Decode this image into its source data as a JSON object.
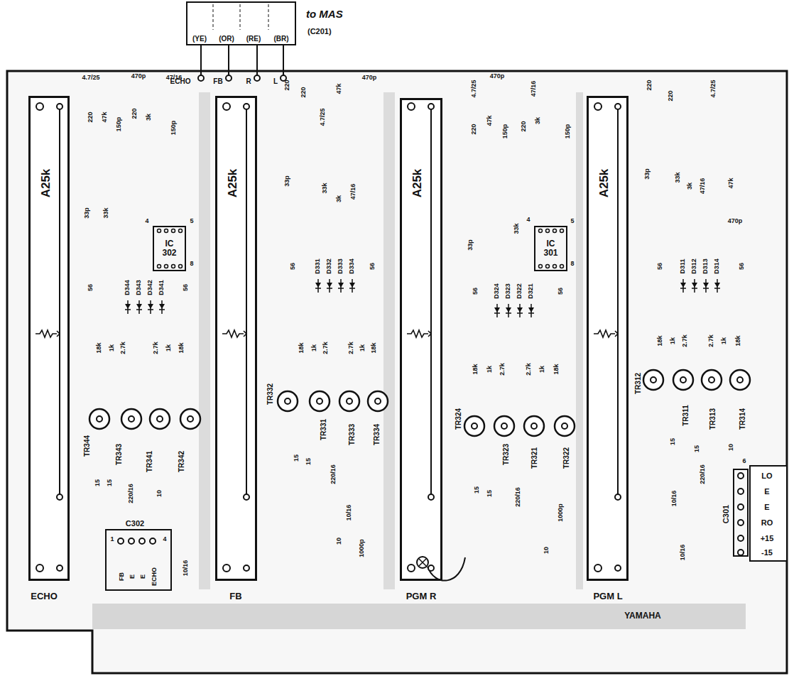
{
  "diagram": {
    "nodes": [
      {
        "text": [
          "to MAS",
          "(C201)"
        ]
      },
      {
        "text": [
          "A25k"
        ]
      },
      {
        "text": [
          "IC 302"
        ]
      },
      {
        "text": [
          "A25k"
        ]
      },
      {
        "text": [
          "A25k"
        ]
      },
      {
        "text": [
          "IC 301"
        ]
      },
      {
        "text": [
          "A25k"
        ]
      },
      {
        "text": [
          "C302"
        ]
      },
      {
        "text": [
          "C301"
        ]
      }
    ],
    "labels": [
      "(YE)",
      "(OR)",
      "(RE)",
      "(BR)",
      "ECHO",
      "FB",
      "R",
      "L",
      "4.7/25",
      "470p",
      "47/16",
      "220",
      "47k",
      "150p",
      "220",
      "3k",
      "150p",
      "33p",
      "33k",
      "4",
      "5",
      "8",
      "56",
      "D344",
      "D343",
      "D342",
      "D341",
      "56",
      "18k",
      "1k",
      "2.7k",
      "2.7k",
      "1k",
      "18k",
      "TR344",
      "TR343",
      "TR341",
      "TR342",
      "15",
      "15",
      "220/16",
      "10",
      "10/16",
      "1",
      "4",
      "FB",
      "E",
      "E",
      "ECHO",
      "220",
      "220",
      "4.7/25",
      "47k",
      "470p",
      "33p",
      "33k",
      "3k",
      "47/16",
      "56",
      "D331",
      "D332",
      "D333",
      "D334",
      "56",
      "18k",
      "1k",
      "2.7k",
      "2.7k",
      "1k",
      "18k",
      "TR332",
      "TR331",
      "TR333",
      "TR334",
      "15",
      "15",
      "220/16",
      "10/16",
      "10",
      "1000p",
      "4.7/25",
      "470p",
      "47/16",
      "220",
      "47k",
      "150p",
      "220",
      "3k",
      "150p",
      "33p",
      "33k",
      "4",
      "5",
      "8",
      "56",
      "D324",
      "D323",
      "D322",
      "D321",
      "56",
      "18k",
      "1k",
      "2.7k",
      "2.7k",
      "1k",
      "18k",
      "TR324",
      "TR323",
      "TR321",
      "TR322",
      "15",
      "15",
      "220/16",
      "1000p",
      "10",
      "220",
      "220",
      "4.7/25",
      "33p",
      "33k",
      "3k",
      "47/16",
      "47k",
      "470p",
      "56",
      "D311",
      "D312",
      "D313",
      "D314",
      "56",
      "18k",
      "1k",
      "2.7k",
      "2.7k",
      "1k",
      "18k",
      "TR312",
      "TR311",
      "TR313",
      "TR314",
      "15",
      "15",
      "220/16",
      "10",
      "10/16",
      "10/16",
      "6",
      "LO",
      "E",
      "E",
      "RO",
      "+15",
      "-15",
      "ECHO",
      "FB",
      "PGM R",
      "PGM L",
      "YAMAHA"
    ]
  }
}
